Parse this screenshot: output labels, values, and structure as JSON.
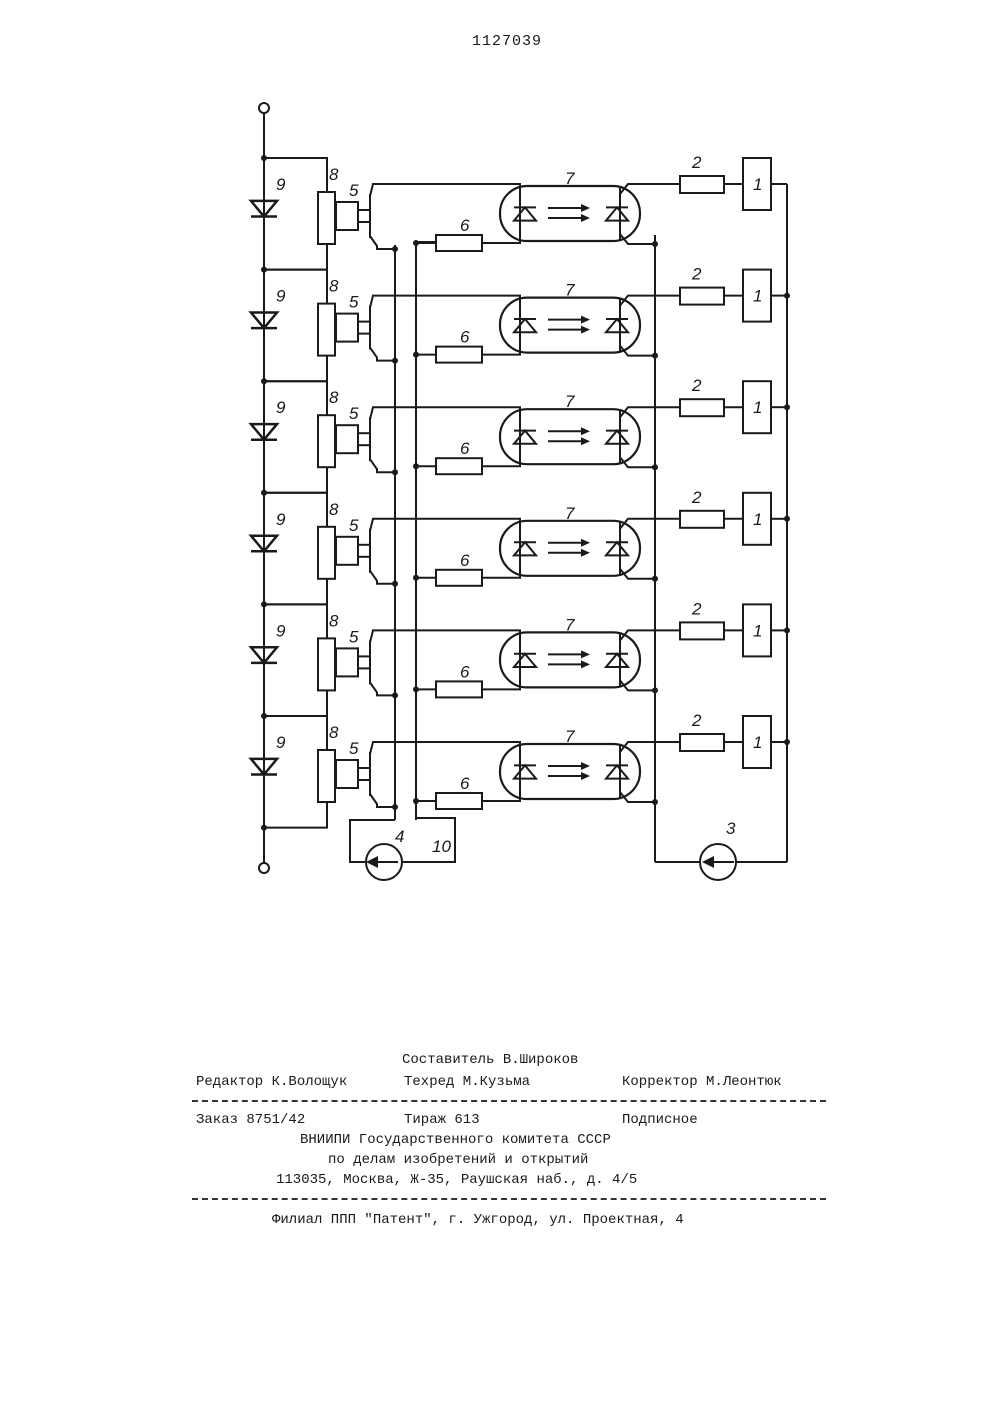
{
  "patent_number": "1127039",
  "diagram": {
    "stage_count": 6,
    "labels": {
      "diode": "9",
      "pot": "8",
      "transistor": "5",
      "optocoupler": "7",
      "resistor6": "6",
      "resistor2": "2",
      "block1": "1",
      "source4": "4",
      "node10": "10",
      "source3": "3"
    }
  },
  "footer": {
    "compiler": "Составитель В.Широков",
    "editor": "Редактор К.Волощук",
    "techred": "Техред М.Кузьма",
    "corrector": "Корректор М.Леонтюк",
    "order": "Заказ 8751/42",
    "circulation": "Тираж 613",
    "subscription": "Подписное",
    "org1": "ВНИИПИ Государственного комитета СССР",
    "org2": "по делам изобретений и открытий",
    "address": "113035, Москва, Ж-35, Раушская наб., д. 4/5",
    "branch": "Филиал ППП \"Патент\", г. Ужгород, ул. Проектная, 4"
  }
}
